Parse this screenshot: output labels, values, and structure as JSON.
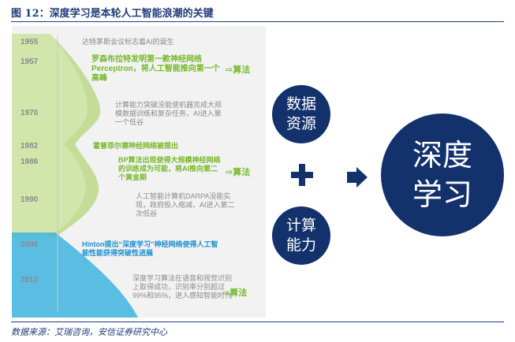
{
  "figure": {
    "title": "图 12：深度学习是本轮人工智能浪潮的关键",
    "source": "数据来源：艾瑞咨询，安信证券研究中心"
  },
  "timeline": [
    {
      "year": "1955",
      "text": "达特茅斯会议标志着AI的诞生",
      "style": "plain"
    },
    {
      "year": "1957",
      "text": "罗森布拉特发明第一款神经网络Perceptron，将人工智能推向第一个高峰",
      "style": "green"
    },
    {
      "year": "1970",
      "text": "计算能力突破没能使机器完成大规模数据训练和复杂任务，AI进入第一个低谷",
      "style": "plain"
    },
    {
      "year": "1982",
      "text": "霍普菲尔德神经网络被提出",
      "style": "green"
    },
    {
      "year": "1986",
      "text": "BP算法出现使得大规模神经网络的训练成为可能，将AI推向第二个黄金期",
      "style": "green"
    },
    {
      "year": "1990",
      "text": "人工智能计算机DARPA没能实现，政府投入缩减，AI进入第二次低谷",
      "style": "plain"
    },
    {
      "year": "2006",
      "text": "Hinton提出“深度学习”神经网络使得人工智能性能获得突破性进展",
      "style": "blue"
    },
    {
      "year": "2013",
      "text": "深度学习算法在语音和视觉识别上取得成功，识别率分别超过99%和95%，进入感知智能时代",
      "style": "plain"
    }
  ],
  "algo_tags": [
    "算法",
    "算法",
    "算法"
  ],
  "drivers": {
    "top": "数据资源",
    "bottom": "计算能力",
    "result": "深度学习"
  },
  "colors": {
    "navy": "#13316b",
    "green": "#76b82a",
    "blue": "#1a8fd0",
    "title_blue": "#1f3c7a"
  }
}
